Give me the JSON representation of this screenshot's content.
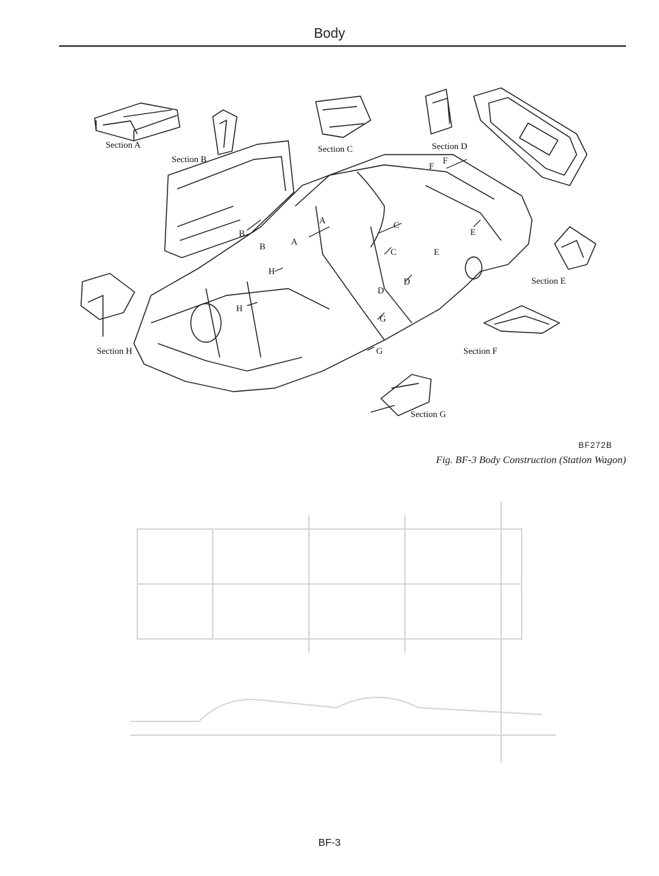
{
  "header": {
    "title": "Body"
  },
  "sections": {
    "a": "Section A",
    "b": "Section B",
    "c": "Section C",
    "d": "Section D",
    "e": "Section E",
    "f": "Section F",
    "g": "Section G",
    "h": "Section H"
  },
  "callouts": [
    "A",
    "A",
    "B",
    "B",
    "C",
    "C",
    "D",
    "D",
    "E",
    "E",
    "F",
    "F",
    "G",
    "G",
    "H",
    "H"
  ],
  "figure": {
    "code": "BF272B",
    "caption": "Fig. BF-3 Body Construction (Station Wagon)"
  },
  "footer": {
    "page": "BF-3"
  },
  "colors": {
    "ink": "#1a1a1a",
    "ghost": "#d6d6d6"
  }
}
